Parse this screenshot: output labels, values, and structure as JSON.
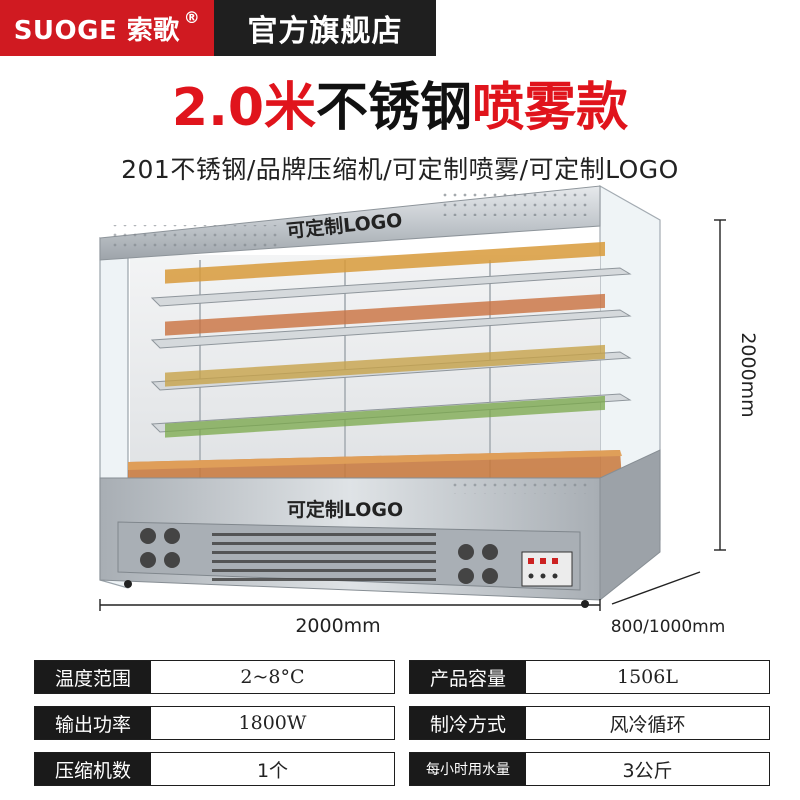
{
  "header": {
    "brand_name": "SUOGE 索歌",
    "brand_mark": "®",
    "store_label": "官方旗舰店"
  },
  "headline": {
    "size": "2.0米",
    "material": "不锈钢",
    "model": "喷雾款"
  },
  "subline": "201不锈钢/品牌压缩机/可定制喷雾/可定制LOGO",
  "product": {
    "logo_top": "可定制LOGO",
    "logo_bottom": "可定制LOGO",
    "height_dim": "2000mm",
    "width_dim": "2000mm",
    "depth_dim": "800/1000mm"
  },
  "specs": {
    "rows": [
      {
        "label_left": "温度范围",
        "value_left": "2~8°C",
        "label_right": "产品容量",
        "value_right": "1506L"
      },
      {
        "label_left": "输出功率",
        "value_left": "1800W",
        "label_right": "制冷方式",
        "value_right": "风冷循环"
      },
      {
        "label_left": "压缩机数",
        "value_left": "1个",
        "label_right": "每小时用水量",
        "value_right": "3公斤"
      }
    ]
  },
  "colors": {
    "brand_red": "#d01a21",
    "headline_red": "#e0141c",
    "dark": "#1a1a1a",
    "steel": "#b9bec4"
  },
  "icons": {
    "registered": "registered-mark-icon",
    "fan": "fan-icon",
    "control_panel": "control-panel-icon"
  }
}
